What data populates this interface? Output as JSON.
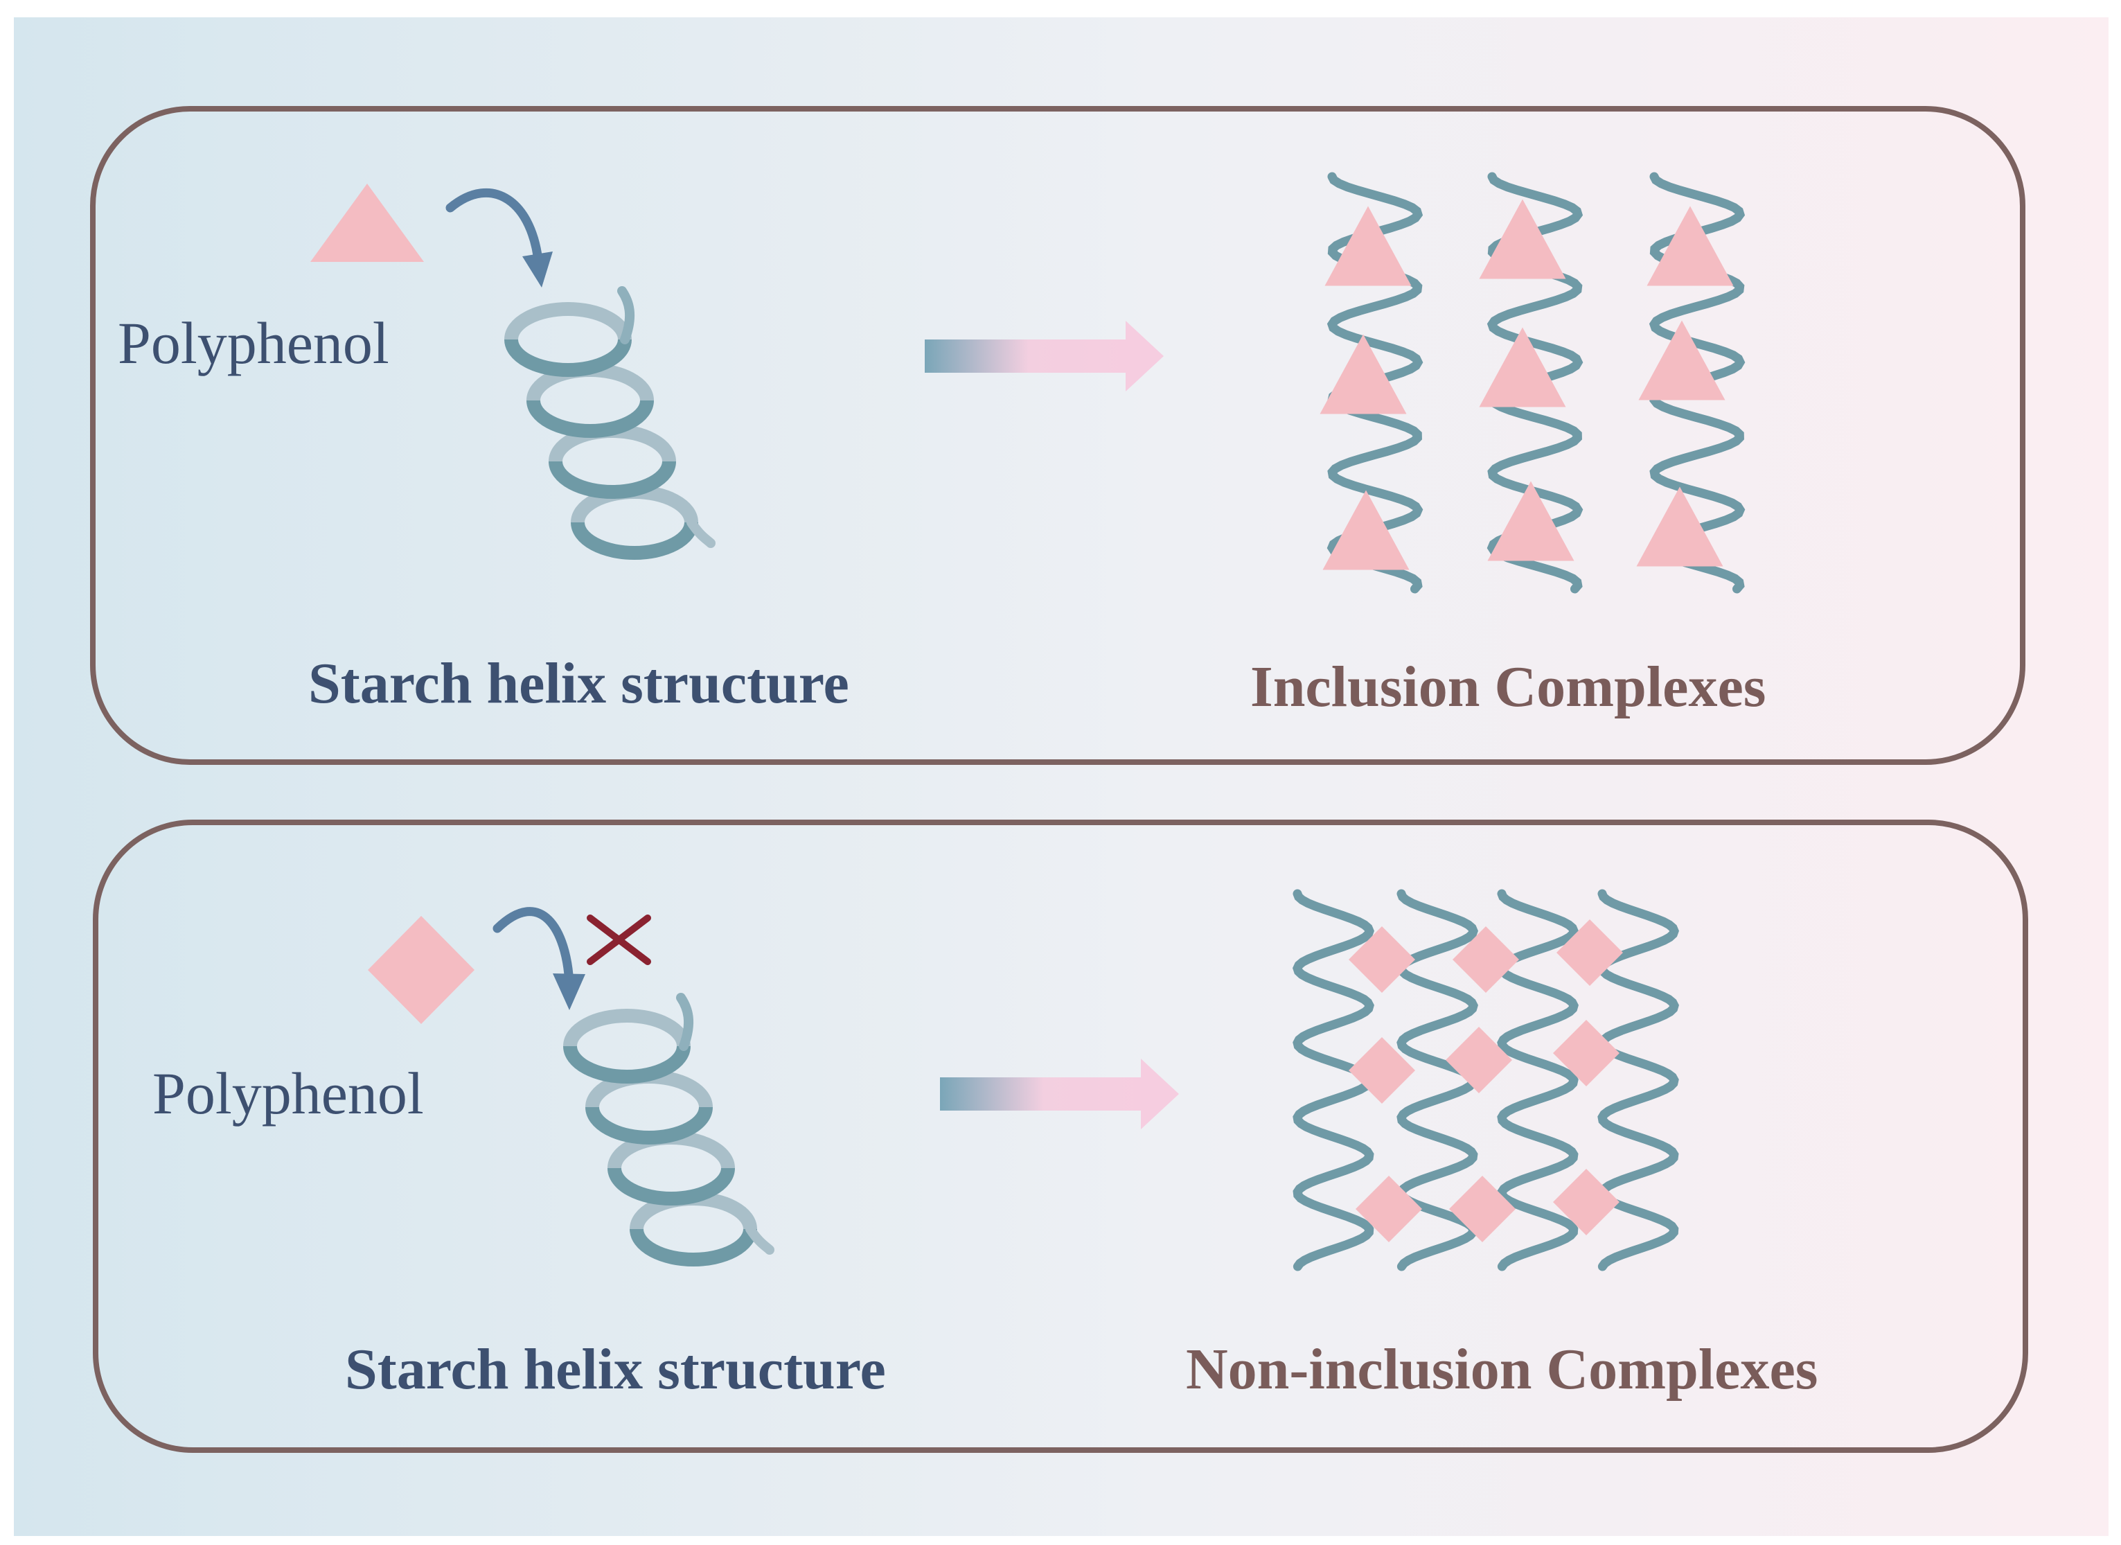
{
  "panels": [
    {
      "polyphenol_label": "Polyphenol",
      "helix_label": "Starch helix structure",
      "complex_label": "Inclusion Complexes",
      "polyphenol_shape": "triangle-icon",
      "binding": "inclusion"
    },
    {
      "polyphenol_label": "Polyphenol",
      "helix_label": "Starch helix structure",
      "complex_label": "Non-inclusion Complexes",
      "polyphenol_shape": "diamond-icon",
      "binding": "blocked"
    }
  ],
  "colors": {
    "background_left": "#d5e6ee",
    "background_right": "#fbeef2",
    "panel_border": "#7c6260",
    "strand": "#6f9aa6",
    "polyphenol": "#f4bcc2",
    "arrow_curve": "#5a7fa2",
    "blocked_mark": "#8a2230",
    "starch_text": "#3d5070",
    "complex_text": "#7a5c5a"
  }
}
